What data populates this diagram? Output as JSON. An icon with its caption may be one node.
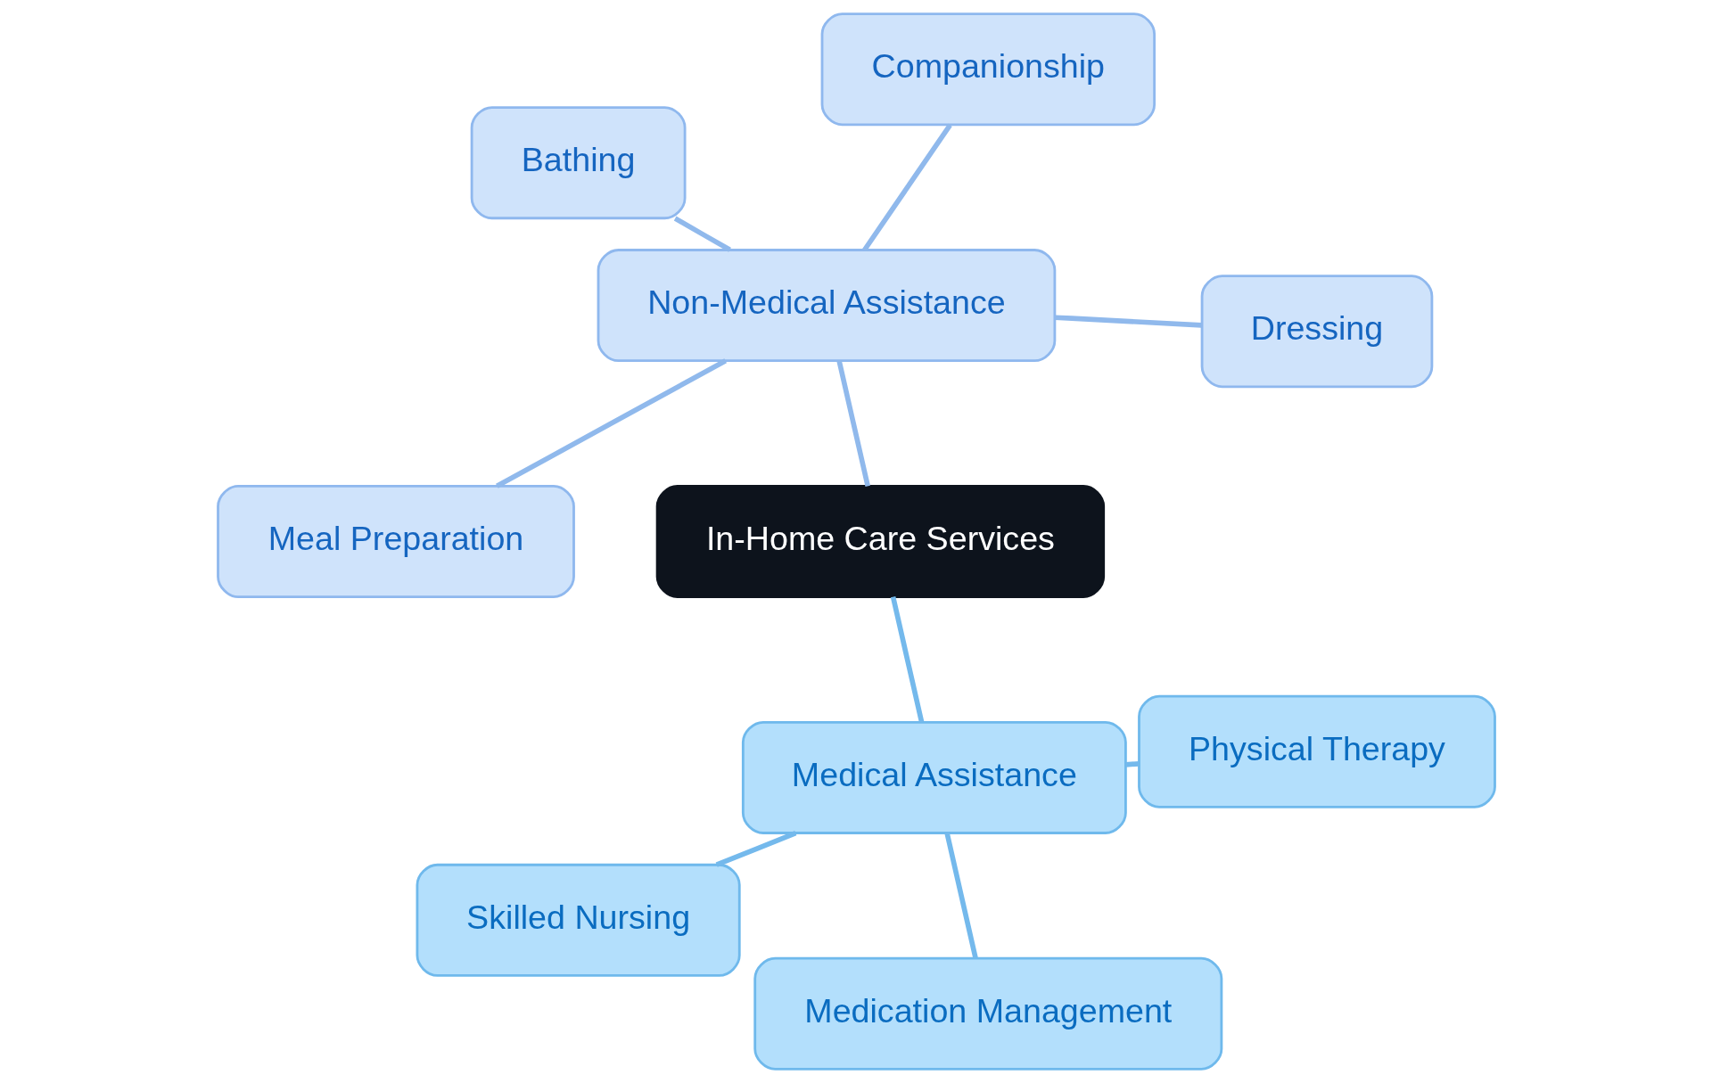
{
  "diagram": {
    "nodes": [
      {
        "text": [
          "In-Home Care Services"
        ]
      },
      {
        "text": [
          "Non-Medical Assistance"
        ]
      },
      {
        "text": [
          "Dressing"
        ]
      },
      {
        "text": [
          "Companionship"
        ]
      },
      {
        "text": [
          "Bathing"
        ]
      },
      {
        "text": [
          "Meal Preparation"
        ]
      },
      {
        "text": [
          "Medical Assistance"
        ]
      },
      {
        "text": [
          "Skilled Nursing"
        ]
      },
      {
        "text": [
          "Medication Management"
        ]
      },
      {
        "text": [
          "Physical Therapy"
        ]
      }
    ],
    "edges": [
      {
        "from": 0,
        "to": 1,
        "arrow": "none",
        "color": "#90b9ec"
      },
      {
        "from": 1,
        "to": 2,
        "arrow": "none",
        "color": "#90b9ec"
      },
      {
        "from": 1,
        "to": 3,
        "arrow": "none",
        "color": "#90b9ec"
      },
      {
        "from": 1,
        "to": 4,
        "arrow": "none",
        "color": "#90b9ec"
      },
      {
        "from": 1,
        "to": 5,
        "arrow": "none",
        "color": "#90b9ec"
      },
      {
        "from": 0,
        "to": 6,
        "arrow": "none",
        "color": "#74b9ec"
      },
      {
        "from": 6,
        "to": 7,
        "arrow": "none",
        "color": "#74b9ec"
      },
      {
        "from": 6,
        "to": 8,
        "arrow": "none",
        "color": "#74b9ec"
      },
      {
        "from": 6,
        "to": 9,
        "arrow": "none",
        "color": "#74b9ec"
      }
    ]
  }
}
